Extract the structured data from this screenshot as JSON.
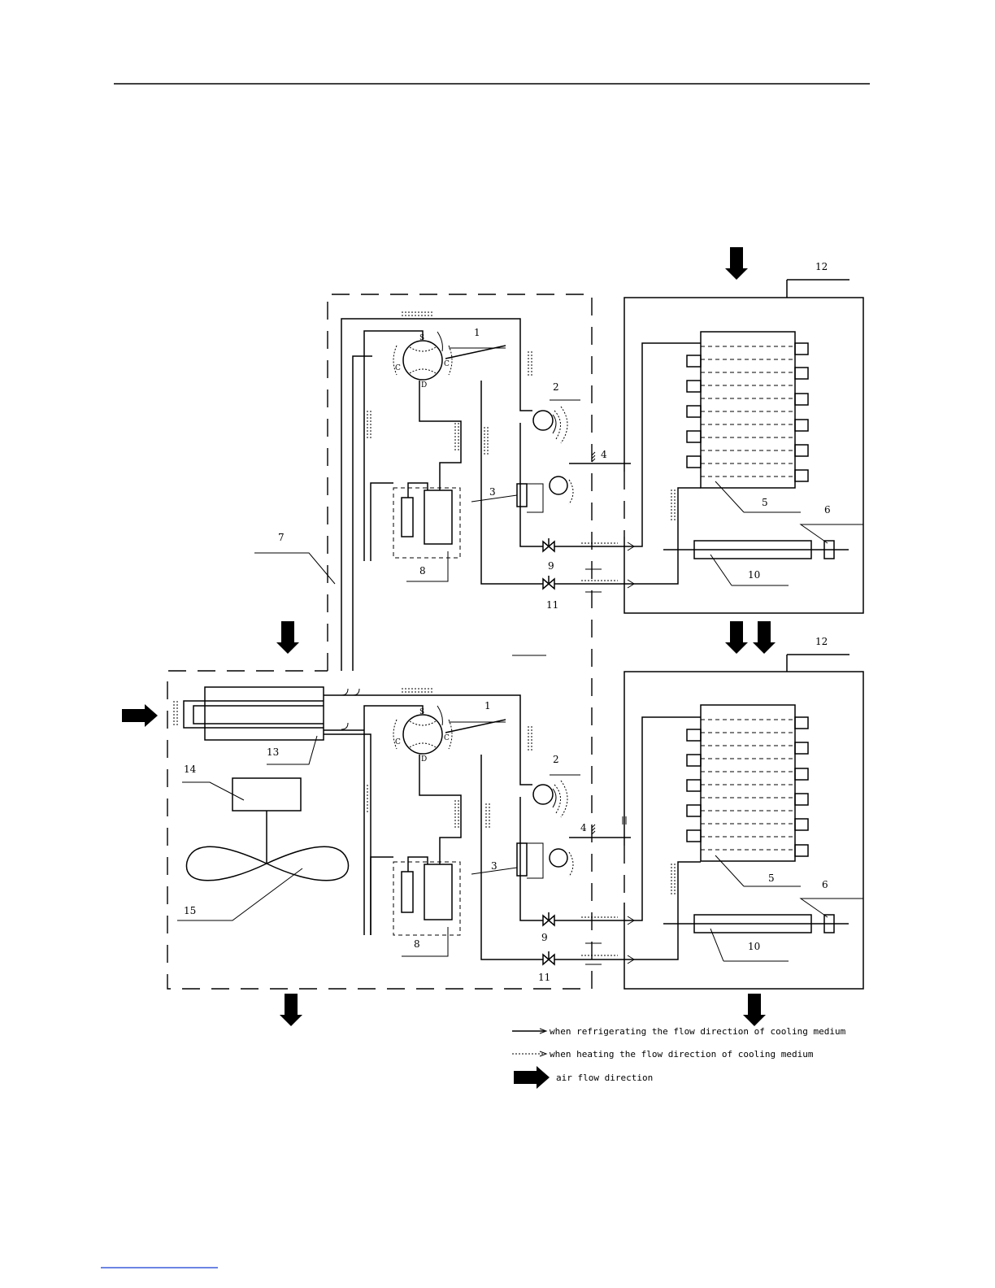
{
  "colors": {
    "ink": "#000000",
    "background": "#ffffff",
    "footer_rule": "#3a5bd8"
  },
  "units": {
    "upper_indoor_label": "12",
    "lower_indoor_label": "12"
  },
  "upper_circuit": {
    "reversing_valve": "1",
    "compressor": "2",
    "sensor": "3",
    "capillary": "4",
    "evaporator_coil": "5",
    "drain_device": "6",
    "valve_a": "9",
    "heater": "10",
    "valve_b": "11",
    "accumulator": "8",
    "port_s": "S",
    "port_c_left": "C",
    "port_c_right": "C",
    "port_d": "D"
  },
  "lower_circuit": {
    "reversing_valve": "1",
    "compressor": "2",
    "sensor": "3",
    "capillary": "4",
    "evaporator_coil": "5",
    "drain_device": "6",
    "valve_a": "9",
    "heater": "10",
    "valve_b": "11",
    "accumulator": "8",
    "port_s": "S",
    "port_c_left": "C",
    "port_c_right": "C",
    "port_d": "D"
  },
  "outdoor_unit": {
    "casing": "7",
    "condenser": "13",
    "fan_motor": "14",
    "fan": "15"
  },
  "legend": [
    {
      "key": "solid-line",
      "text": "when refrigerating the flow direction of cooling medium"
    },
    {
      "key": "dotted-line",
      "text": "when heating the flow direction of cooling medium"
    },
    {
      "key": "block-arrow",
      "text": "air flow direction"
    }
  ]
}
